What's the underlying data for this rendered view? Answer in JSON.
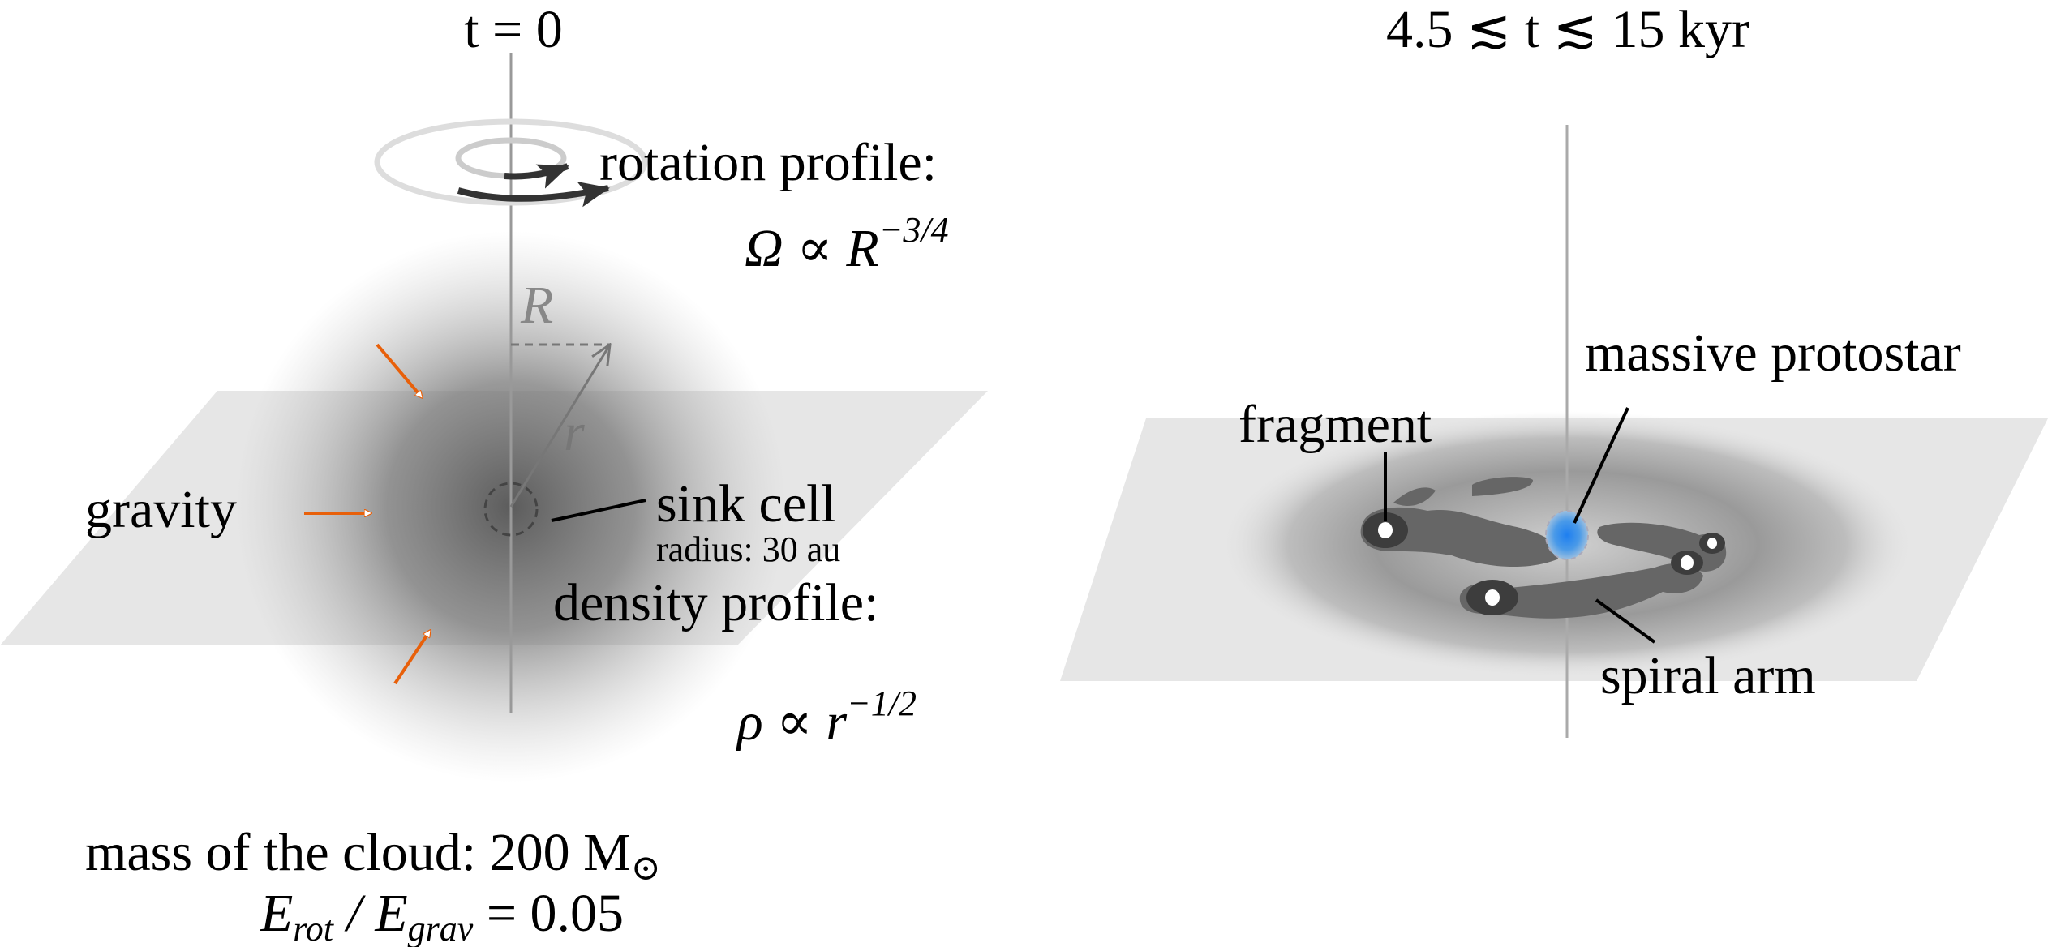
{
  "left_panel": {
    "title": "t = 0",
    "rotation_label": "rotation profile:",
    "rotation_formula": {
      "base": "Ω ∝ R",
      "exponent": "−3/4"
    },
    "radius_symbol_cyl": "R",
    "radius_symbol_sph": "r",
    "gravity_label": "gravity",
    "sink_label": "sink cell",
    "sink_radius": "radius: 30 au",
    "density_label": "density profile:",
    "density_formula": {
      "base": "ρ ∝ r",
      "exponent": "−1/2"
    },
    "mass_label": "mass of the cloud: 200 M",
    "mass_symbol": "⊙",
    "energy_ratio": {
      "num": "E",
      "num_sub": "rot",
      "sep": " / ",
      "den": "E",
      "den_sub": "grav",
      "value": " = 0.05"
    }
  },
  "right_panel": {
    "title": "4.5 ≲ t ≲ 15 kyr",
    "fragment_label": "fragment",
    "protostar_label": "massive protostar",
    "spiral_label": "spiral arm"
  },
  "colors": {
    "gravity_arrow": "#e8600a",
    "protostar": "#2f8be8",
    "plane": "#e6e6e6",
    "arm": "#666666"
  }
}
